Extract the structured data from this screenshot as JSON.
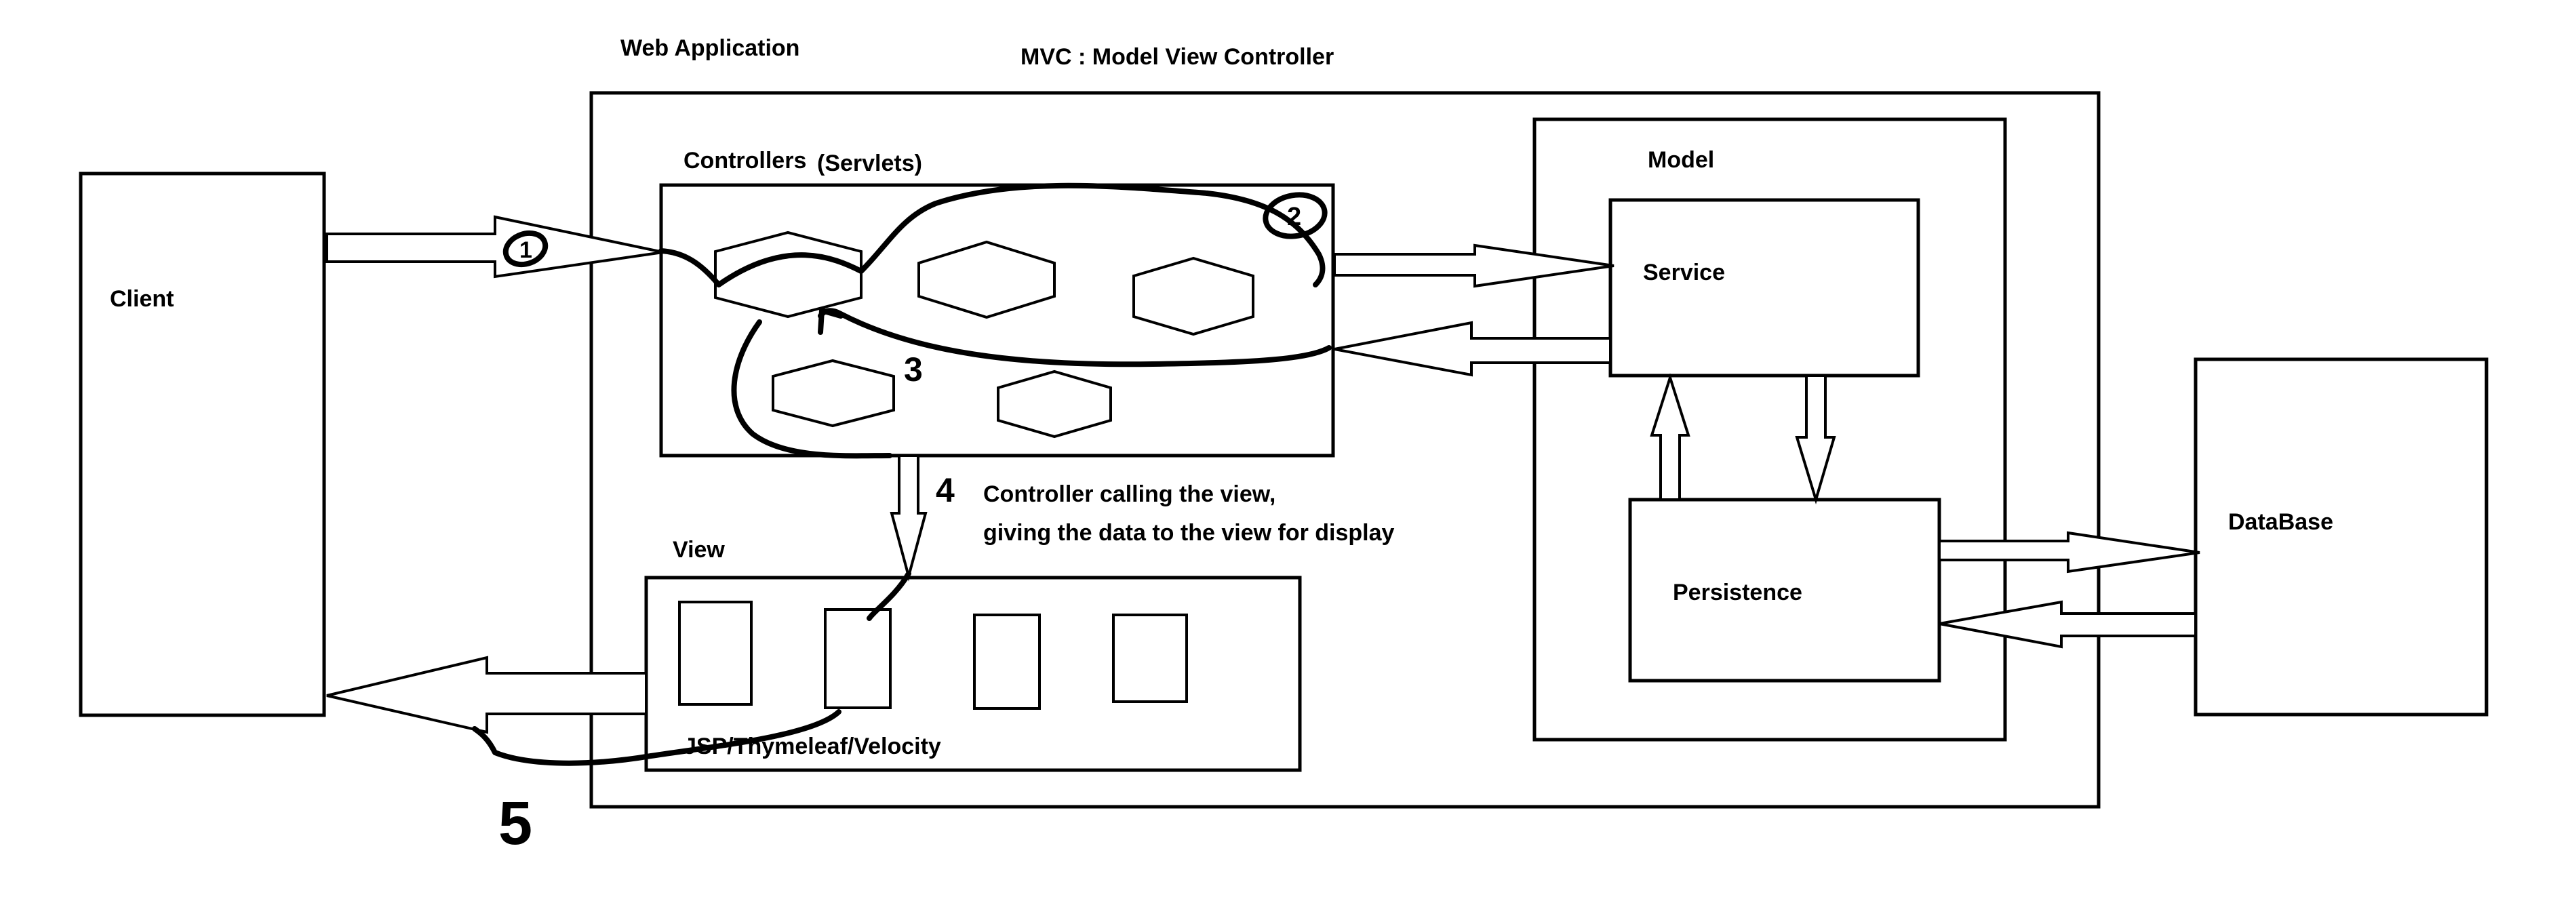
{
  "labels": {
    "web_application": "Web Application",
    "mvc_title": "MVC : Model View Controller",
    "client": "Client",
    "controllers": "Controllers",
    "servlets": "(Servlets)",
    "model": "Model",
    "service": "Service",
    "persistence": "Persistence",
    "database": "DataBase",
    "view": "View",
    "view_tech": "JSP/Thymeleaf/Velocity",
    "note_line1": "Controller calling the view,",
    "note_line2": "giving the data to the view for display"
  },
  "steps": [
    "1",
    "2",
    "3",
    "4",
    "5"
  ]
}
